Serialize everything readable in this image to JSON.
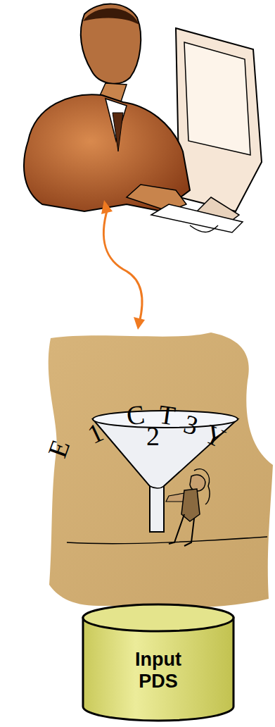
{
  "diagram": {
    "nodes": [
      {
        "text": [
          "Input PDS"
        ]
      }
    ],
    "labels": [
      "E",
      "1",
      "C",
      "T",
      "2",
      "3",
      "Y"
    ]
  }
}
